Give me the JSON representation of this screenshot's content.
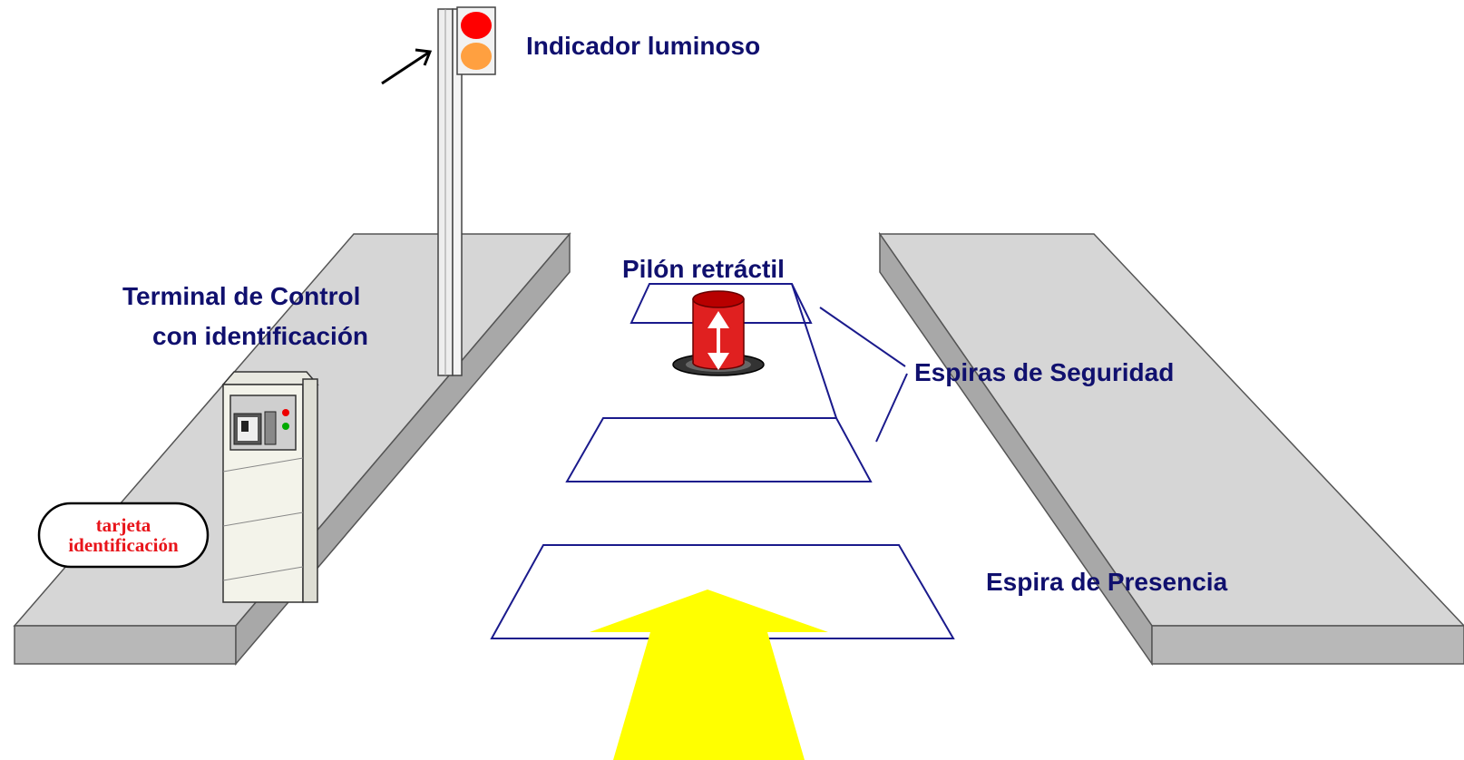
{
  "labels": {
    "indicador": "Indicador luminoso",
    "pilon": "Pilón retráctil",
    "terminal_line1": "Terminal de Control",
    "terminal_line2": "con identificación",
    "espiras_seguridad": "Espiras de Seguridad",
    "espira_presencia": "Espira de Presencia",
    "tarjeta_line1": "tarjeta",
    "tarjeta_line2": "identificación"
  },
  "colors": {
    "label_text": "#10106e",
    "card_text": "#e8141a",
    "loop_outline": "#1a1a8c",
    "sidewalk_top": "#d6d6d6",
    "sidewalk_side": "#b8b8b8",
    "arrow": "#ffff00",
    "light_red": "#ff0000",
    "light_amber": "#ffa040",
    "bollard_red": "#e02020"
  },
  "icons": {
    "traffic_light": "traffic-light-icon",
    "bollard": "retractable-bollard-icon",
    "terminal": "control-terminal-icon",
    "arrow": "direction-arrow-icon"
  }
}
